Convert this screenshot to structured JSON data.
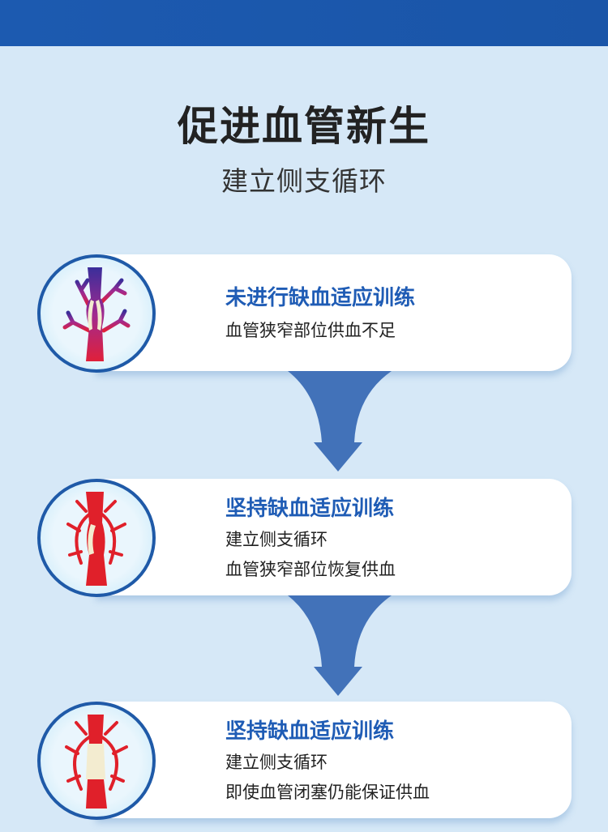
{
  "header": {
    "title": "促进血管新生",
    "subtitle": "建立侧支循环"
  },
  "steps": [
    {
      "title": "未进行缺血适应训练",
      "lines": [
        "血管狭窄部位供血不足"
      ]
    },
    {
      "title": "坚持缺血适应训练",
      "lines": [
        "建立侧支循环",
        "血管狭窄部位恢复供血"
      ]
    },
    {
      "title": "坚持缺血适应训练",
      "lines": [
        "建立侧支循环",
        "即使血管闭塞仍能保证供血"
      ]
    }
  ],
  "colors": {
    "accent": "#1f5cb5",
    "arrow": "#4272b9",
    "background": "#d6e8f7"
  }
}
